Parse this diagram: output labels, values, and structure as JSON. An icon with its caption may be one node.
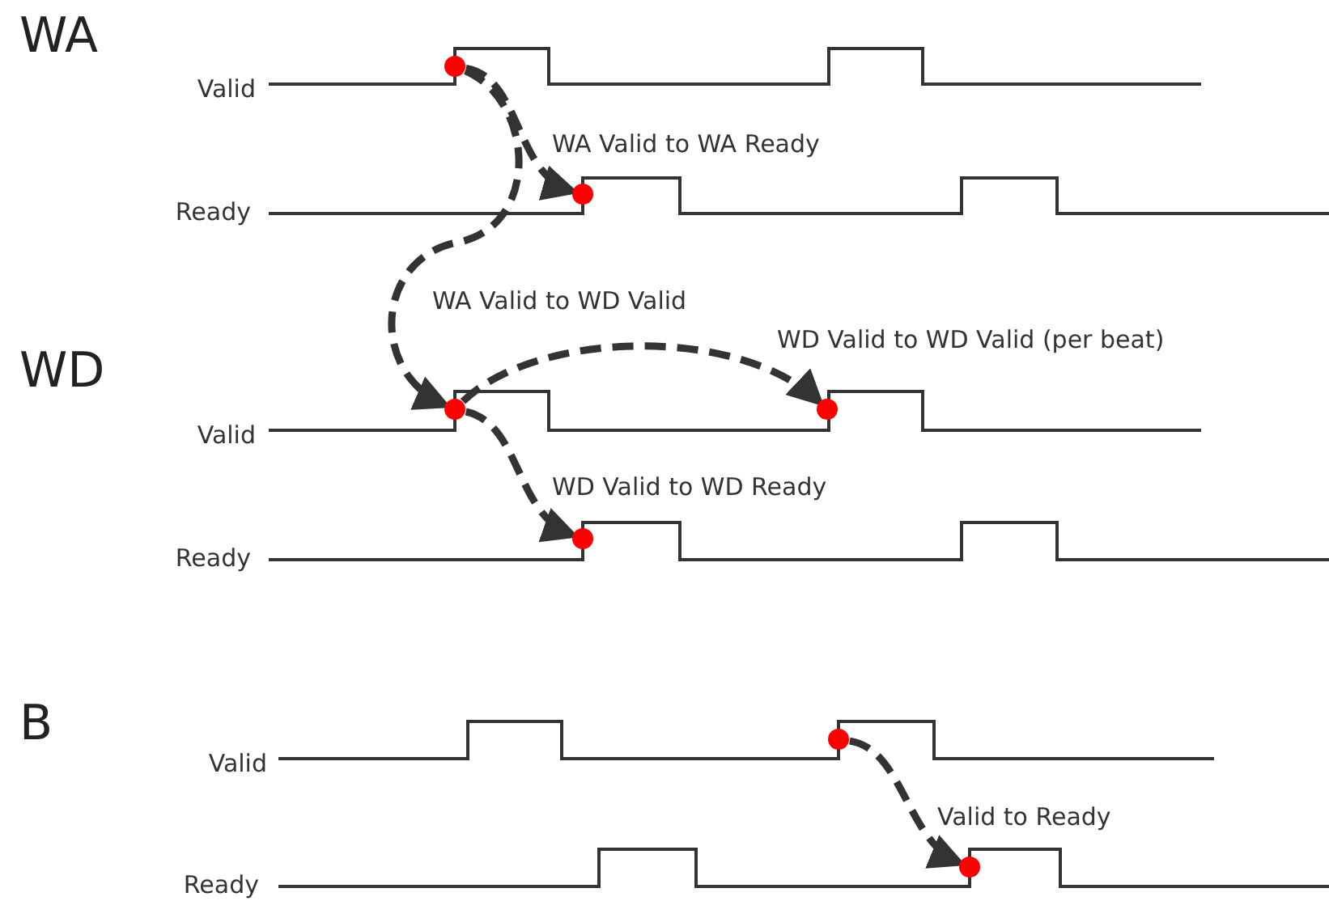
{
  "diagram": {
    "nodes": [
      {
        "text": [],
        "shape": "circle"
      },
      {
        "text": [],
        "shape": "circle"
      },
      {
        "text": [],
        "shape": "circle"
      },
      {
        "text": [],
        "shape": "circle"
      },
      {
        "text": [],
        "shape": "circle"
      },
      {
        "text": [],
        "shape": "circle"
      },
      {
        "text": [],
        "shape": "circle"
      }
    ],
    "edges": [
      {
        "from": 0,
        "to": 1,
        "arrow": "to",
        "label": "WA Valid to WA Ready",
        "style": "dashed"
      },
      {
        "from": 0,
        "to": 2,
        "arrow": "to",
        "label": "WA Valid to WD Valid",
        "style": "dashed"
      },
      {
        "from": 2,
        "to": 3,
        "arrow": "to",
        "label": "WD Valid to WD Valid (per beat)",
        "style": "dashed"
      },
      {
        "from": 2,
        "to": 4,
        "arrow": "to",
        "label": "WD Valid to WD Ready",
        "style": "dashed"
      },
      {
        "from": 5,
        "to": 6,
        "arrow": "to",
        "label": "Valid to Ready",
        "style": "dashed"
      }
    ],
    "labels": [
      "WA",
      "Valid",
      "Ready",
      "WD",
      "Valid",
      "Ready",
      "B",
      "Valid",
      "Ready"
    ]
  }
}
